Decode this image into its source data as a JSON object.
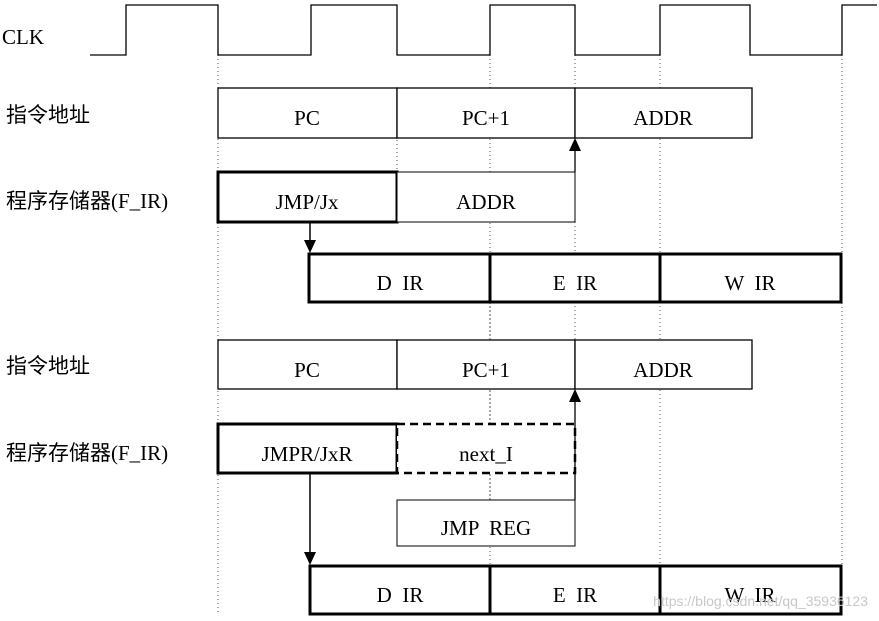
{
  "clock": {
    "label": "CLK"
  },
  "section1": {
    "addr_label": "指令地址",
    "addr_cells": [
      "PC",
      "PC+1",
      "ADDR"
    ],
    "mem_label": "程序存储器(F_IR)",
    "mem_cells": [
      "JMP/Jx",
      "ADDR"
    ],
    "pipe_cells": [
      "D  IR",
      "E  IR",
      "W  IR"
    ]
  },
  "section2": {
    "addr_label": "指令地址",
    "addr_cells": [
      "PC",
      "PC+1",
      "ADDR"
    ],
    "mem_label": "程序存储器(F_IR)",
    "mem_cells": [
      "JMPR/JxR",
      "next_I"
    ],
    "reg_cell": "JMP  REG",
    "pipe_cells": [
      "D  IR",
      "E  IR",
      "W  IR"
    ]
  },
  "watermark": "https://blog.csdn.net/qq_35936123"
}
